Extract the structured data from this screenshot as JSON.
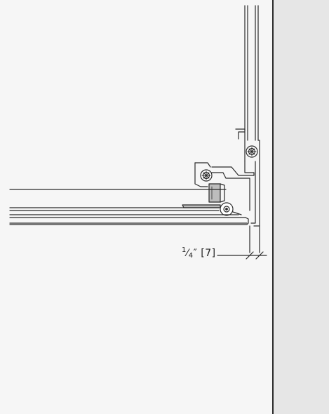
{
  "drawing": {
    "dimension": {
      "numerator": "1",
      "slash": "⁄",
      "denominator": "4",
      "inch_mark": "″",
      "metric": "[7]"
    },
    "colors": {
      "wall": "#e6e6e6",
      "background": "#f6f6f6",
      "line": "#2a2a2a",
      "part_fill": "#bdbdbd"
    }
  }
}
